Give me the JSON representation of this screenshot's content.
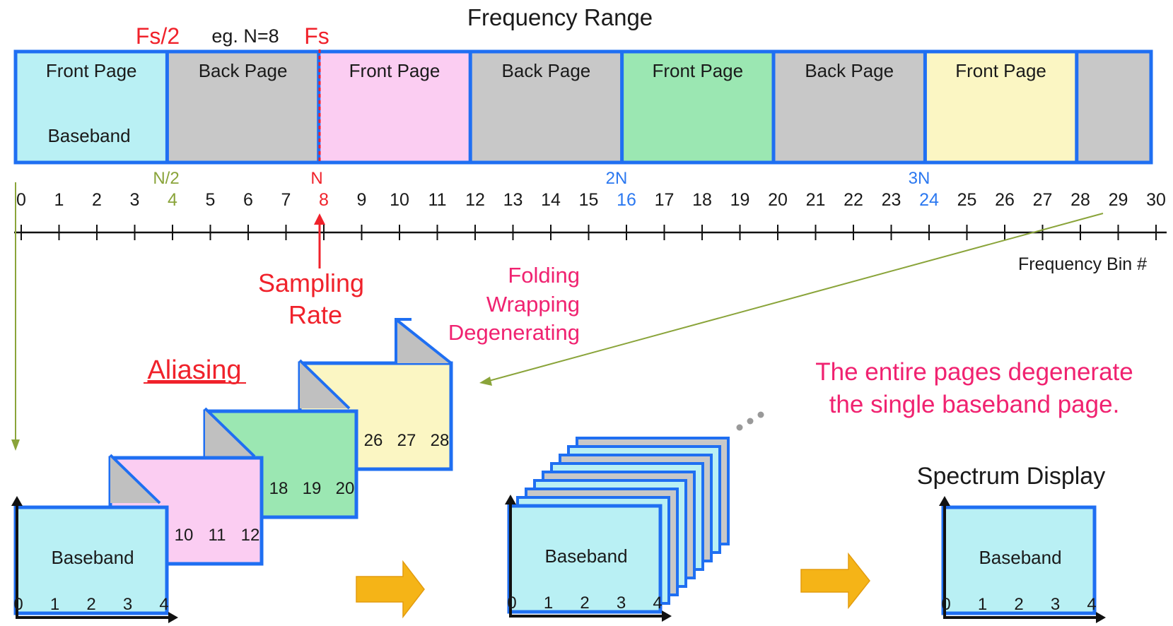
{
  "title": "Frequency Range",
  "labels": {
    "fs_half": "Fs/2",
    "example": "eg. N=8",
    "fs": "Fs",
    "n_half": "N/2",
    "n": "N",
    "two_n": "2N",
    "three_n": "3N",
    "axis_label": "Frequency Bin #",
    "sampling_rate_1": "Sampling",
    "sampling_rate_2": "Rate",
    "folding": "Folding",
    "wrapping": "Wrapping",
    "degenerating": "Degenerating",
    "aliasing": "Aliasing",
    "entire_pages_1": "The entire pages degenerate",
    "entire_pages_2": "the single baseband page.",
    "spectrum_display": "Spectrum Display",
    "ellipsis": "...",
    "baseband": "Baseband"
  },
  "pages": [
    {
      "label": "Front Page",
      "sub": "Baseband",
      "color": "#b9f0f4"
    },
    {
      "label": "Back Page",
      "sub": "",
      "color": "#c8c8c8"
    },
    {
      "label": "Front Page",
      "sub": "",
      "color": "#fbcdf2"
    },
    {
      "label": "Back Page",
      "sub": "",
      "color": "#c8c8c8"
    },
    {
      "label": "Front Page",
      "sub": "",
      "color": "#9be7b2"
    },
    {
      "label": "Back Page",
      "sub": "",
      "color": "#c8c8c8"
    },
    {
      "label": "Front Page",
      "sub": "",
      "color": "#fbf6c3"
    },
    {
      "label": "",
      "sub": "",
      "color": "#c8c8c8"
    }
  ],
  "bins": [
    "0",
    "1",
    "2",
    "3",
    "4",
    "5",
    "6",
    "7",
    "8",
    "9",
    "10",
    "11",
    "12",
    "13",
    "14",
    "15",
    "16",
    "17",
    "18",
    "19",
    "20",
    "21",
    "22",
    "23",
    "24",
    "25",
    "26",
    "27",
    "28",
    "29",
    "30"
  ],
  "folded_pages": [
    {
      "color": "#b9f0f4",
      "labels": []
    },
    {
      "color": "#fbcdf2",
      "labels": [
        "10",
        "11",
        "12"
      ]
    },
    {
      "color": "#9be7b2",
      "labels": [
        "18",
        "19",
        "20"
      ]
    },
    {
      "color": "#fbf6c3",
      "labels": [
        "26",
        "27",
        "28"
      ]
    }
  ],
  "baseband_ticks": [
    "0",
    "1",
    "2",
    "3",
    "4"
  ],
  "colors": {
    "border": "#1f6ff2",
    "red": "#f0222b",
    "magenta": "#f02270",
    "olive": "#8aa43a",
    "blue": "#2b78f0",
    "arrow": "#f5b417",
    "arrow_edge": "#e39c0f"
  }
}
